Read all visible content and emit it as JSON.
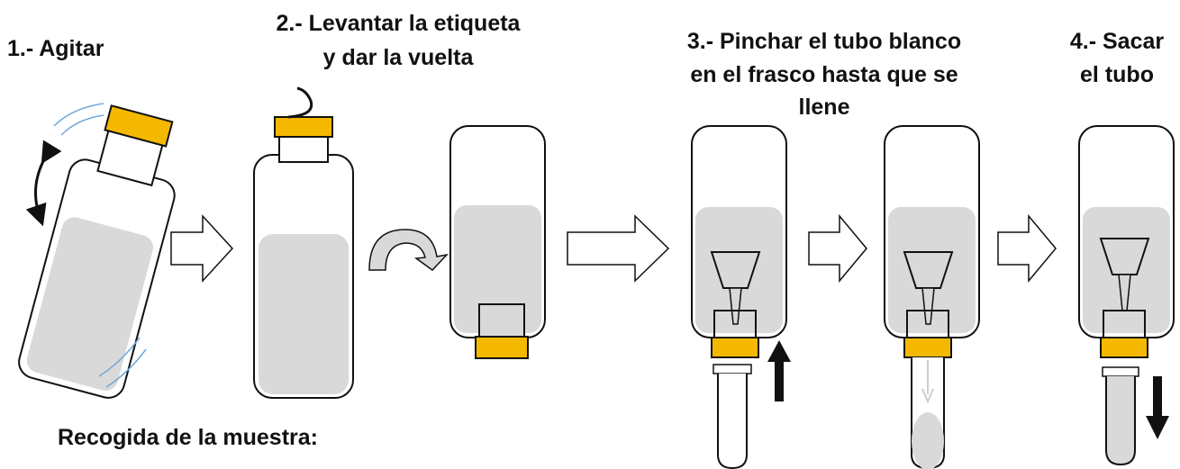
{
  "steps": {
    "step1": "1.- Agitar",
    "step2_line1": "2.- Levantar la etiqueta",
    "step2_line2": "y dar la vuelta",
    "step3_line1": "3.- Pinchar el tubo blanco",
    "step3_line2": "en el frasco hasta que se",
    "step3_line3": "llene",
    "step4_line1": "4.- Sacar",
    "step4_line2": "el tubo"
  },
  "footer": {
    "title": "Recogida de la muestra:"
  },
  "colors": {
    "cap": "#F5B800",
    "liquid": "#D9D9D9",
    "outline": "#111111",
    "shake_lines": "#6FA8DC",
    "arrow_fill": "#ffffff"
  },
  "icons": [
    "shake-arrow-icon",
    "curl-label-icon",
    "flip-arrow-icon",
    "right-arrow-icon",
    "up-arrow-icon",
    "down-arrow-icon"
  ]
}
